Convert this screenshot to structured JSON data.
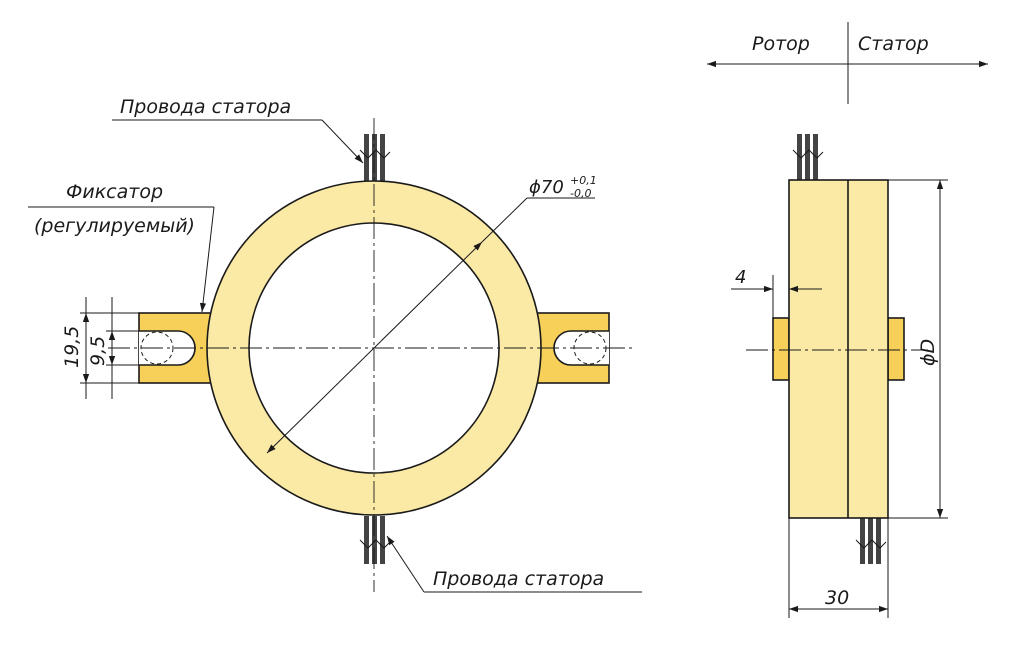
{
  "colors": {
    "body_fill": "#fbe9a6",
    "bracket_fill": "#f7d05a",
    "line": "#1a1a1a",
    "wire": "#444444"
  },
  "header": {
    "left_label": "Ротор",
    "right_label": "Статор"
  },
  "front_view": {
    "top_wires_label": "Провода статора",
    "bottom_wires_label": "Провода статора",
    "fixator_label_line1": "Фиксатор",
    "fixator_label_line2": "(регулируемый)",
    "diameter_symbol": "ϕ",
    "diameter_value": "70",
    "tolerance_upper": "+0,1",
    "tolerance_lower": "-0,0",
    "dim_outer": "19,5",
    "dim_inner": "9,5"
  },
  "side_view": {
    "dim_offset": "4",
    "dim_width": "30",
    "dim_diameter": "ϕD"
  }
}
